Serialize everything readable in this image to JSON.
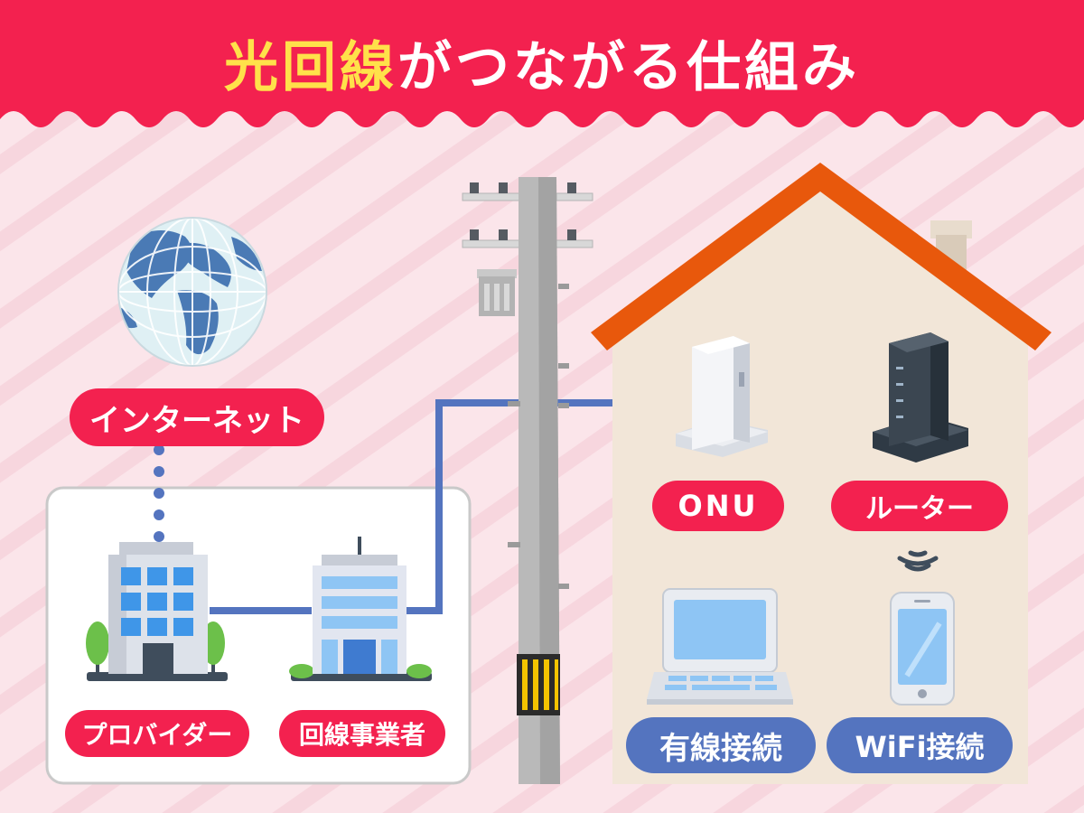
{
  "title": {
    "highlight": "光回線",
    "rest": "がつながる仕組み"
  },
  "labels": {
    "internet": "インターネット",
    "provider": "プロバイダー",
    "line_carrier": "回線事業者",
    "onu": "ONU",
    "router": "ルーター",
    "wired": "有線接続",
    "wifi": "WiFi接続"
  },
  "colors": {
    "banner": "#f3214f",
    "background": "#fbe5ea",
    "label_red": "#f3214f",
    "label_blue": "#5474bf",
    "cable": "#5474bf",
    "title_highlight": "#ffe14a",
    "roof": "#e8580c",
    "house_wall": "#f2e6d8"
  }
}
